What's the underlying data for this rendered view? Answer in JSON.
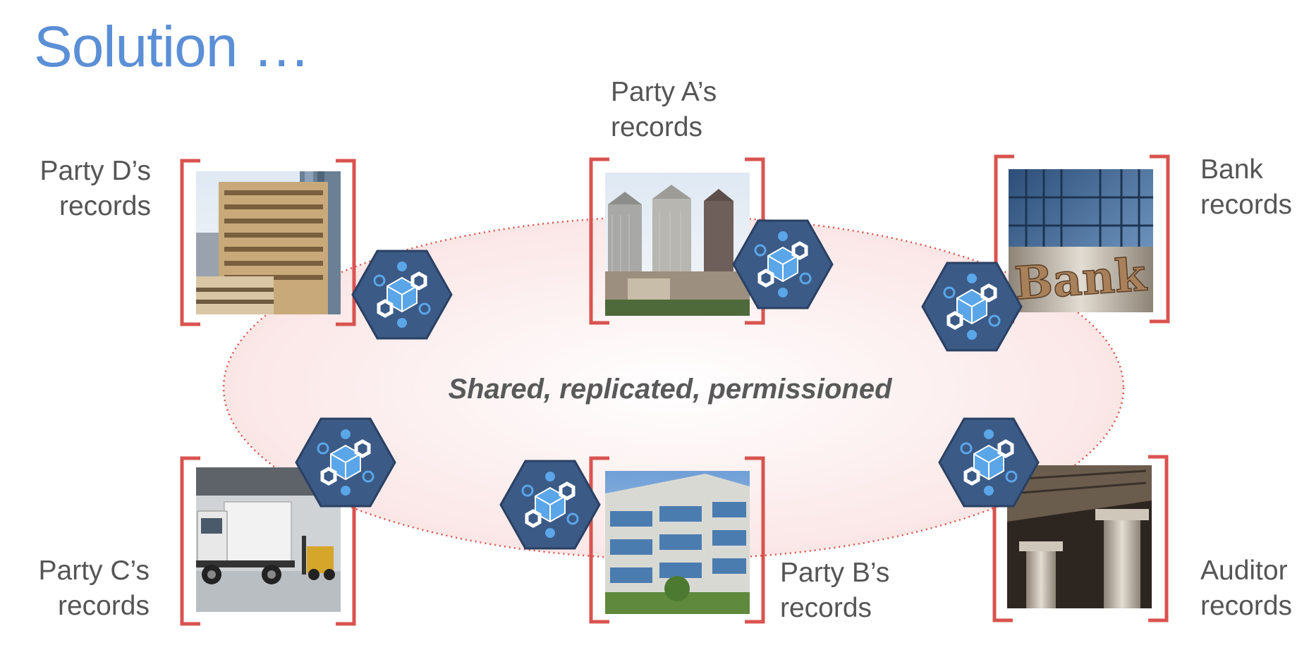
{
  "title": "Solution …",
  "ledger": {
    "label": "Shared, replicated, permissioned"
  },
  "parties": [
    {
      "id": "party-a",
      "line1": "Party A’s",
      "line2": "records",
      "image": "city-skyline"
    },
    {
      "id": "bank",
      "line1": "Bank",
      "line2": "records",
      "image": "bank-building"
    },
    {
      "id": "auditor",
      "line1": "Auditor",
      "line2": "records",
      "image": "columns"
    },
    {
      "id": "party-b",
      "line1": "Party B’s",
      "line2": "records",
      "image": "office-building"
    },
    {
      "id": "party-c",
      "line1": "Party C’s",
      "line2": "records",
      "image": "truck-warehouse"
    },
    {
      "id": "party-d",
      "line1": "Party D’s",
      "line2": "records",
      "image": "office-tower"
    }
  ],
  "bank_sign": "Bank",
  "colors": {
    "title": "#5b8fd6",
    "bracket": "#d9534f",
    "hexagon": "#3b5a86",
    "ellipse_fill": "#fdf0f0",
    "ellipse_stroke": "#d9534f"
  },
  "icons": [
    "blockchain-node-hexagon-icon"
  ]
}
